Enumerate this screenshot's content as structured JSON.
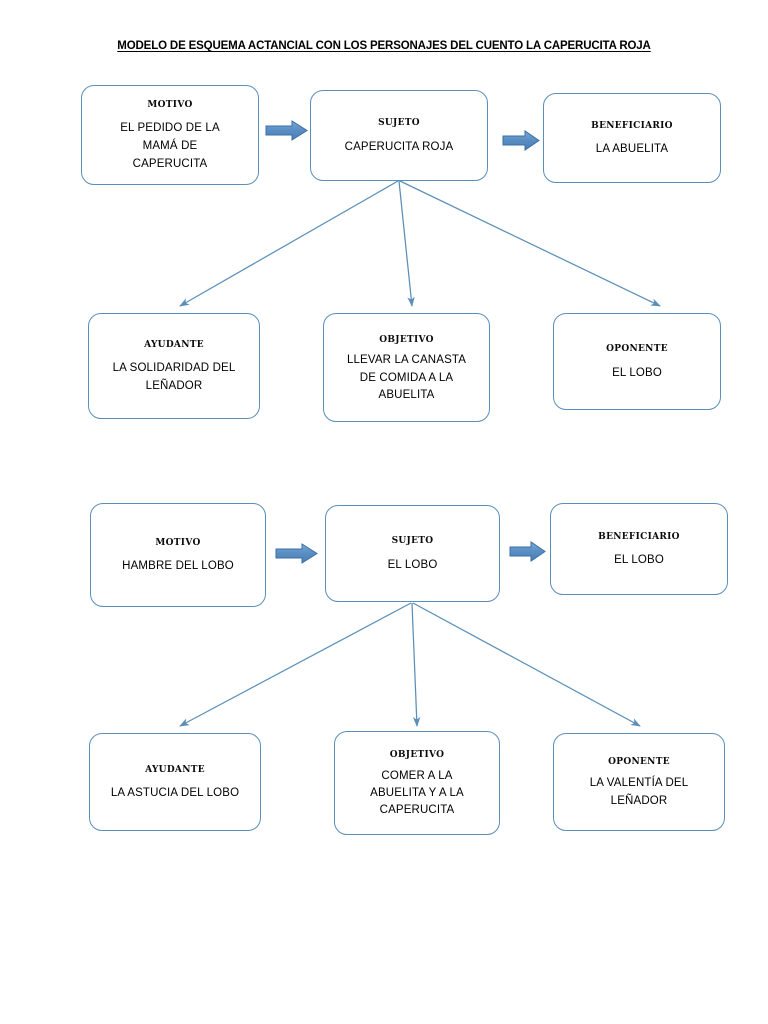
{
  "document": {
    "title": "MODELO DE ESQUEMA ACTANCIAL CON LOS PERSONAJES DEL CUENTO LA CAPERUCITA ROJA"
  },
  "colors": {
    "box_border": "#5b8fb9",
    "connector_line": "#5b8fb9",
    "block_arrow_fill": "#558ec4",
    "block_arrow_stroke": "#3a6fa5",
    "text": "#000000",
    "background": "#ffffff"
  },
  "diagrams": [
    {
      "id": "caperucita",
      "nodes": [
        {
          "id": "motivo-1",
          "heading": "MOTIVO",
          "body": "EL PEDIDO DE LA MAMÁ DE CAPERUCITA"
        },
        {
          "id": "sujeto-1",
          "heading": "SUJETO",
          "body": "CAPERUCITA ROJA"
        },
        {
          "id": "beneficiario-1",
          "heading": "BENEFICIARIO",
          "body": "LA ABUELITA"
        },
        {
          "id": "ayudante-1",
          "heading": "AYUDANTE",
          "body": "LA SOLIDARIDAD DEL LEÑADOR"
        },
        {
          "id": "objetivo-1",
          "heading": "OBJETIVO",
          "body": "LLEVAR LA CANASTA DE COMIDA A LA ABUELITA"
        },
        {
          "id": "oponente-1",
          "heading": "OPONENTE",
          "body": "EL LOBO"
        }
      ]
    },
    {
      "id": "lobo",
      "nodes": [
        {
          "id": "motivo-2",
          "heading": "MOTIVO",
          "body": "HAMBRE DEL LOBO"
        },
        {
          "id": "sujeto-2",
          "heading": "SUJETO",
          "body": "EL LOBO"
        },
        {
          "id": "beneficiario-2",
          "heading": "BENEFICIARIO",
          "body": "EL LOBO"
        },
        {
          "id": "ayudante-2",
          "heading": "AYUDANTE",
          "body": "LA ASTUCIA DEL LOBO"
        },
        {
          "id": "objetivo-2",
          "heading": "OBJETIVO",
          "body": "COMER A LA ABUELITA Y A LA CAPERUCITA"
        },
        {
          "id": "oponente-2",
          "heading": "OPONENTE",
          "body": "LA VALENTÍA DEL LEÑADOR"
        }
      ]
    }
  ],
  "connectors": [
    {
      "id": "arrow-motivo-sujeto-1",
      "kind": "block-arrow",
      "from": "motivo-1",
      "to": "sujeto-1"
    },
    {
      "id": "arrow-sujeto-beneficiario-1",
      "kind": "block-arrow",
      "from": "sujeto-1",
      "to": "beneficiario-1"
    },
    {
      "id": "line-sujeto-ayudante-1",
      "kind": "line-arrow",
      "from": "sujeto-1",
      "to": "ayudante-1"
    },
    {
      "id": "line-sujeto-objetivo-1",
      "kind": "line-arrow",
      "from": "sujeto-1",
      "to": "objetivo-1"
    },
    {
      "id": "line-sujeto-oponente-1",
      "kind": "line-arrow",
      "from": "sujeto-1",
      "to": "oponente-1"
    },
    {
      "id": "arrow-motivo-sujeto-2",
      "kind": "block-arrow",
      "from": "motivo-2",
      "to": "sujeto-2"
    },
    {
      "id": "arrow-sujeto-beneficiario-2",
      "kind": "block-arrow",
      "from": "sujeto-2",
      "to": "beneficiario-2"
    },
    {
      "id": "line-sujeto-ayudante-2",
      "kind": "line-arrow",
      "from": "sujeto-2",
      "to": "ayudante-2"
    },
    {
      "id": "line-sujeto-objetivo-2",
      "kind": "line-arrow",
      "from": "sujeto-2",
      "to": "objetivo-2"
    },
    {
      "id": "line-sujeto-oponente-2",
      "kind": "line-arrow",
      "from": "sujeto-2",
      "to": "oponente-2"
    }
  ]
}
